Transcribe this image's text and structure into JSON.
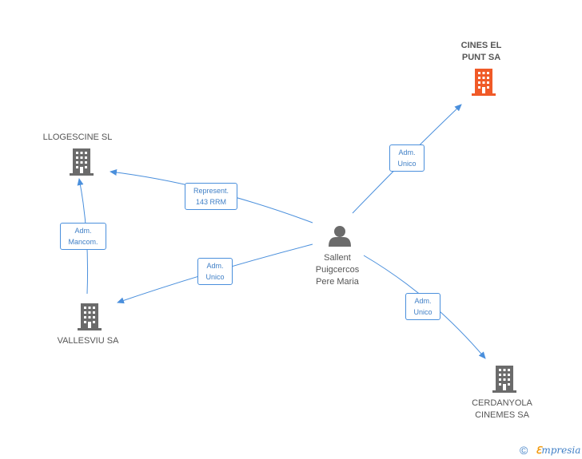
{
  "colors": {
    "edge": "#4a8fdc",
    "building_default": "#6b6b6b",
    "building_highlight": "#f05a28",
    "person": "#6b6b6b"
  },
  "nodes": {
    "person": {
      "name": "Sallent\nPuigcercos\nPere Maria",
      "icon": "person-icon"
    },
    "cines_el_punt": {
      "name": "CINES EL\nPUNT SA",
      "icon": "building-icon",
      "highlight": true
    },
    "llogescine": {
      "name": "LLOGESCINE SL",
      "icon": "building-icon"
    },
    "vallesviu": {
      "name": "VALLESVIU SA",
      "icon": "building-icon"
    },
    "cerdanyola": {
      "name": "CERDANYOLA\nCINEMES SA",
      "icon": "building-icon"
    }
  },
  "edges": {
    "to_cines": {
      "line1": "Adm.",
      "line2": "Unico"
    },
    "to_llogescine": {
      "line1": "Represent.",
      "line2": "143 RRM"
    },
    "to_vallesviu": {
      "line1": "Adm.",
      "line2": "Unico"
    },
    "to_cerdanyola": {
      "line1": "Adm.",
      "line2": "Unico"
    },
    "vallesviu_to_llogescine": {
      "line1": "Adm.",
      "line2": "Mancom."
    }
  },
  "footer": {
    "copyright_symbol": "©",
    "brand_first": "ℇ",
    "brand_rest": "mpresia"
  }
}
